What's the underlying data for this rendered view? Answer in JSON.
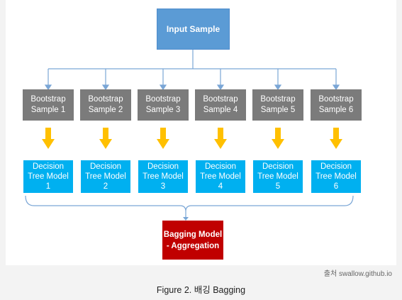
{
  "input": {
    "label": "Input Sample"
  },
  "bootstraps": [
    {
      "label": "Bootstrap\nSample 1"
    },
    {
      "label": "Bootstrap\nSample 2"
    },
    {
      "label": "Bootstrap\nSample 3"
    },
    {
      "label": "Bootstrap\nSample 4"
    },
    {
      "label": "Bootstrap\nSample 5"
    },
    {
      "label": "Bootstrap\nSample 6"
    }
  ],
  "trees": [
    {
      "label": "Decision\nTree Model\n1"
    },
    {
      "label": "Decision\nTree Model\n2"
    },
    {
      "label": "Decision\nTree Model\n3"
    },
    {
      "label": "Decision\nTree Model\n4"
    },
    {
      "label": "Decision\nTree Model\n5"
    },
    {
      "label": "Decision\nTree Model\n6"
    }
  ],
  "aggregate": {
    "label": "Bagging Model\n- Aggregation"
  },
  "source": "출처 swallow.github.io",
  "caption": "Figure 2. 배깅 Bagging",
  "colors": {
    "input": "#5b9bd5",
    "bootstrap": "#7b7b7b",
    "tree": "#00b0f0",
    "aggregate": "#c00000",
    "arrow": "#ffc000",
    "connector": "#7aa6d6"
  }
}
